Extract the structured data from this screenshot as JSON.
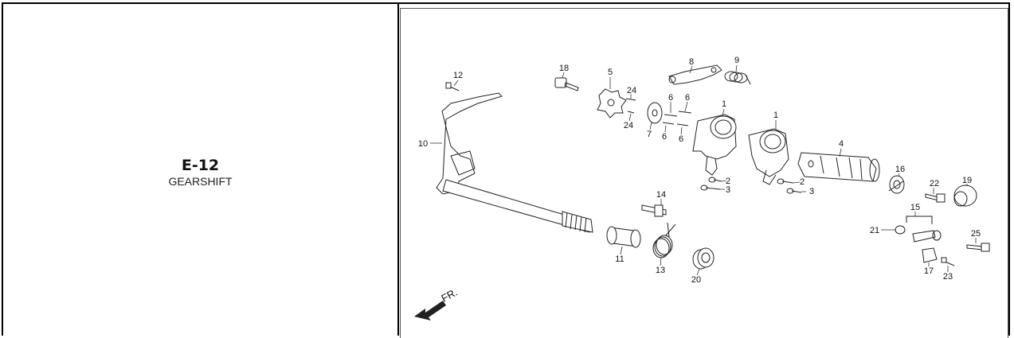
{
  "section": {
    "code": "E-12",
    "name": "GEARSHIFT"
  },
  "diagram": {
    "direction_label": "FR.",
    "callouts": [
      "1",
      "1",
      "2",
      "2",
      "3",
      "3",
      "4",
      "5",
      "6",
      "6",
      "6",
      "6",
      "7",
      "8",
      "9",
      "10",
      "11",
      "12",
      "13",
      "14",
      "15",
      "16",
      "17",
      "18",
      "19",
      "20",
      "21",
      "22",
      "23",
      "24",
      "24",
      "25"
    ]
  },
  "colors": {
    "line": "#222222",
    "border": "#000000",
    "arrow": "#222222"
  }
}
